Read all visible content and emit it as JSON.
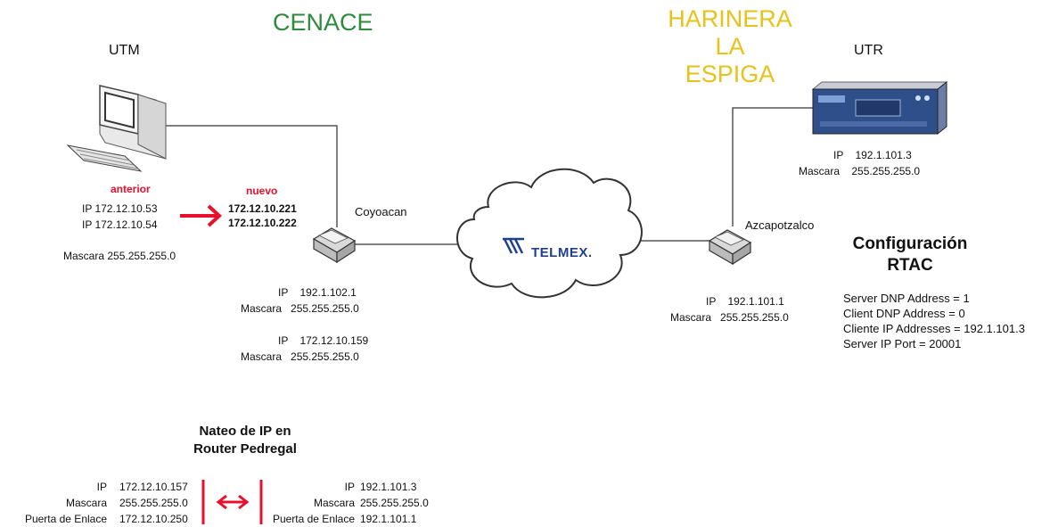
{
  "colors": {
    "cenace": "#2e8b3e",
    "harinera": "#e6c21a",
    "accent_red": "#e8112d"
  },
  "sites": {
    "cenace": "CENACE",
    "harinera": "HARINERA LA\nESPIGA"
  },
  "utm": {
    "label": "UTM",
    "old_label": "anterior",
    "old_ips": [
      "IP  172.12.10.53",
      "IP  172.12.10.54"
    ],
    "new_label": "nuevo",
    "new_ips": [
      "172.12.10.221",
      "172.12.10.222"
    ],
    "mask": "Mascara 255.255.255.0"
  },
  "utr": {
    "label": "UTR",
    "ip": "IP    192.1.101.3",
    "mask": "Mascara    255.255.255.0"
  },
  "coyoacan": {
    "label": "Coyoacan",
    "block1": [
      "IP    192.1.102.1",
      "Mascara   255.255.255.0"
    ],
    "block2": [
      "IP    172.12.10.159",
      "Mascara   255.255.255.0"
    ]
  },
  "azcapotzalco": {
    "label": "Azcapotzalco",
    "block": [
      "IP    192.1.101.1",
      "Mascara   255.255.255.0"
    ]
  },
  "cloud": {
    "brand": "TELMEX."
  },
  "config": {
    "title": "Configuración\nRTAC",
    "lines": [
      "Server DNP Address = 1",
      "Client DNP Address = 0",
      "Cliente IP Addresses = 192.1.101.3",
      "Server IP Port = 20001"
    ]
  },
  "nat": {
    "title": "Nateo de IP en\nRouter Pedregal",
    "left": [
      {
        "k": "IP",
        "v": "172.12.10.157"
      },
      {
        "k": "Mascara",
        "v": "255.255.255.0"
      },
      {
        "k": "Puerta de Enlace",
        "v": "172.12.10.250"
      }
    ],
    "right": [
      {
        "k": "IP",
        "v": "192.1.101.3"
      },
      {
        "k": "Mascara",
        "v": "255.255.255.0"
      },
      {
        "k": "Puerta de Enlace",
        "v": "192.1.101.1"
      }
    ]
  }
}
